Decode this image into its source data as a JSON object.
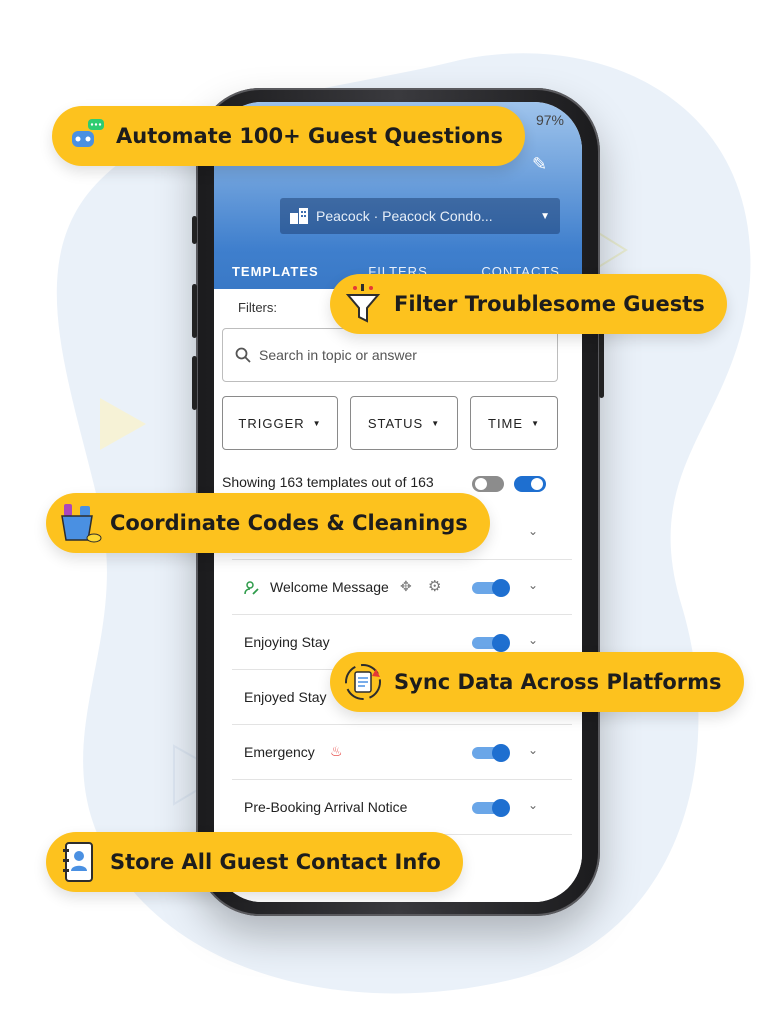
{
  "status": {
    "battery": "97%"
  },
  "app": {
    "property": "Peacock · Peacock Condo...",
    "tabs": [
      "TEMPLATES",
      "FILTERS",
      "CONTACTS"
    ],
    "filters_label": "Filters:",
    "search_placeholder": "Search in topic or answer",
    "dropdowns": [
      "TRIGGER",
      "STATUS",
      "TIME"
    ],
    "showing": "Showing 163 templates out of 163",
    "templates": [
      {
        "label": "Welcome Message",
        "enabled": true
      },
      {
        "label": "Enjoying Stay",
        "enabled": true
      },
      {
        "label": "Enjoyed Stay",
        "enabled": true
      },
      {
        "label": "Emergency",
        "enabled": true
      },
      {
        "label": "Pre-Booking Arrival Notice",
        "enabled": true
      }
    ]
  },
  "features": [
    {
      "label": "Automate 100+ Guest Questions",
      "icon": "chat-robot-icon"
    },
    {
      "label": "Filter Troublesome Guests",
      "icon": "funnel-icon"
    },
    {
      "label": "Coordinate Codes & Cleanings",
      "icon": "cleaning-bucket-icon"
    },
    {
      "label": "Sync Data Across Platforms",
      "icon": "sync-document-icon"
    },
    {
      "label": "Store All Guest Contact Info",
      "icon": "contact-book-icon"
    }
  ],
  "colors": {
    "pill": "#fdc21e",
    "header": "#3f7fcd",
    "toggle_on": "#1e6fd0",
    "blob": "#eaf1f9"
  }
}
